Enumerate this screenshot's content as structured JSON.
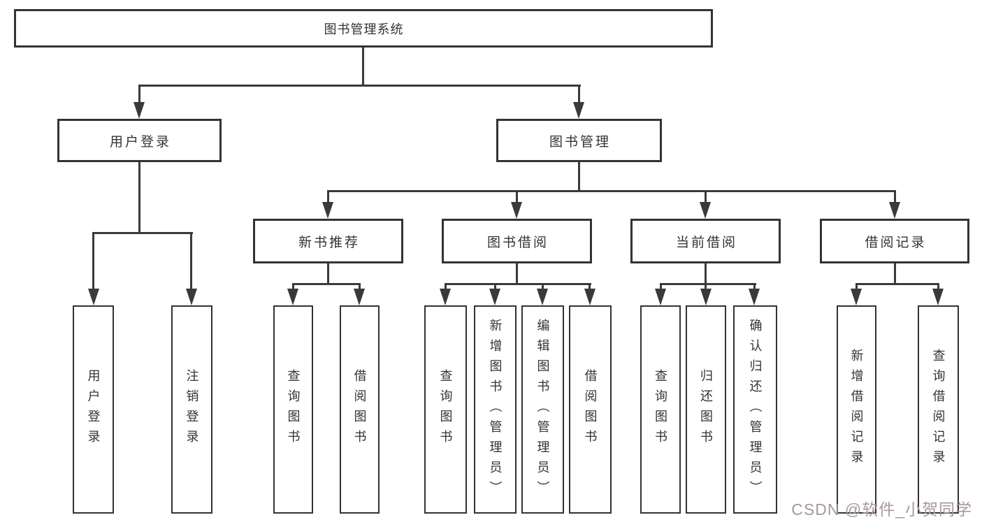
{
  "colors": {
    "line": "#3a3a3a",
    "box_border": "#333333",
    "text": "#333333",
    "watermark": "#a89899",
    "background": "#ffffff"
  },
  "watermark": {
    "text": "CSDN @软件_小贺同学"
  },
  "diagram": {
    "root": {
      "label": "图书管理系统"
    },
    "branches": [
      {
        "label": "用户登录",
        "children": [
          {
            "label": "用户登录"
          },
          {
            "label": "注销登录"
          }
        ]
      },
      {
        "label": "图书管理",
        "children": [
          {
            "label": "新书推荐",
            "children": [
              {
                "label": "查询图书"
              },
              {
                "label": "借阅图书"
              }
            ]
          },
          {
            "label": "图书借阅",
            "children": [
              {
                "label": "查询图书"
              },
              {
                "label": "新增图书（管理员）"
              },
              {
                "label": "编辑图书（管理员）"
              },
              {
                "label": "借阅图书"
              }
            ]
          },
          {
            "label": "当前借阅",
            "children": [
              {
                "label": "查询图书"
              },
              {
                "label": "归还图书"
              },
              {
                "label": "确认归还（管理员）"
              }
            ]
          },
          {
            "label": "借阅记录",
            "children": [
              {
                "label": "新增借阅记录"
              },
              {
                "label": "查询借阅记录"
              }
            ]
          }
        ]
      }
    ]
  }
}
